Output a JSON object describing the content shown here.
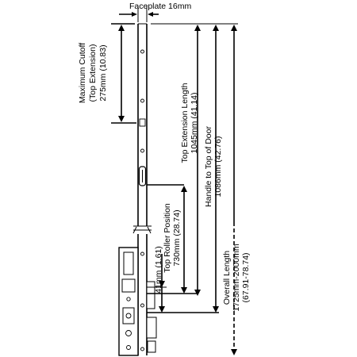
{
  "dimensions": {
    "faceplate": "Faceplate 16mm",
    "max_cutoff_1": "Maximum Cutoff",
    "max_cutoff_2": "(Top Extension)",
    "max_cutoff_3": "275mm (10.83)",
    "top_ext_1": "Top Extension Length",
    "top_ext_2": "1045mm (41.14)",
    "handle_1": "Handle to Top of Door",
    "handle_2": "1086mm (42.76)",
    "roller_1": "Top Roller Position",
    "roller_2": "730mm (28.74)",
    "offset_41": "41mm (1.61)",
    "overall_1": "Overall Length",
    "overall_2": "1725mm-2000mm",
    "overall_3": "(67.91-78.74)"
  }
}
